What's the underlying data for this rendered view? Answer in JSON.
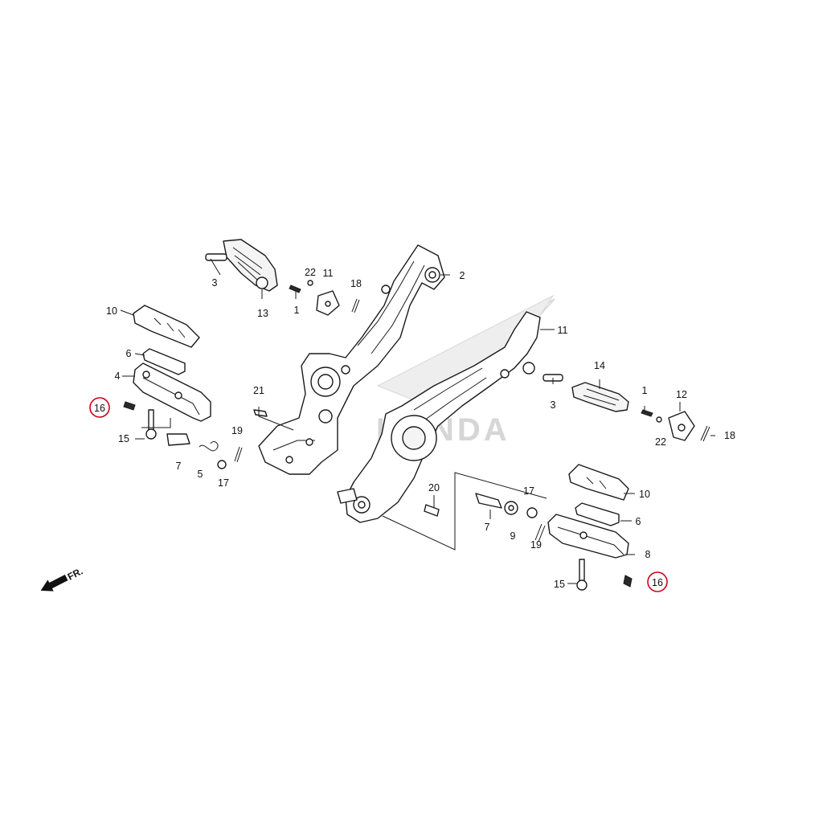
{
  "watermark": {
    "brand": "HONDA"
  },
  "direction": {
    "label": "FR."
  },
  "colors": {
    "highlight": "#d0021b",
    "ink": "#1a1a1a",
    "watermark": "#d6d6d6"
  },
  "callouts": [
    {
      "id": "c3a",
      "text": "3"
    },
    {
      "id": "c13",
      "text": "13"
    },
    {
      "id": "c22a",
      "text": "22"
    },
    {
      "id": "c1a",
      "text": "1"
    },
    {
      "id": "c11a",
      "text": "11"
    },
    {
      "id": "c18a",
      "text": "18"
    },
    {
      "id": "c2",
      "text": "2"
    },
    {
      "id": "c10a",
      "text": "10"
    },
    {
      "id": "c6a",
      "text": "6"
    },
    {
      "id": "c4",
      "text": "4"
    },
    {
      "id": "c16a",
      "text": "16",
      "highlight": true
    },
    {
      "id": "c15a",
      "text": "15"
    },
    {
      "id": "c7a",
      "text": "7"
    },
    {
      "id": "c5",
      "text": "5"
    },
    {
      "id": "c17a",
      "text": "17"
    },
    {
      "id": "c19a",
      "text": "19"
    },
    {
      "id": "c21",
      "text": "21"
    },
    {
      "id": "c11b",
      "text": "11"
    },
    {
      "id": "c14",
      "text": "14"
    },
    {
      "id": "c3b",
      "text": "3"
    },
    {
      "id": "c1b",
      "text": "1"
    },
    {
      "id": "c12",
      "text": "12"
    },
    {
      "id": "c22b",
      "text": "22"
    },
    {
      "id": "c18b",
      "text": "18"
    },
    {
      "id": "c20",
      "text": "20"
    },
    {
      "id": "c17b",
      "text": "17"
    },
    {
      "id": "c7b",
      "text": "7"
    },
    {
      "id": "c9",
      "text": "9"
    },
    {
      "id": "c19b",
      "text": "19"
    },
    {
      "id": "c10b",
      "text": "10"
    },
    {
      "id": "c6b",
      "text": "6"
    },
    {
      "id": "c8",
      "text": "8"
    },
    {
      "id": "c15b",
      "text": "15"
    },
    {
      "id": "c16b",
      "text": "16",
      "highlight": true
    }
  ]
}
